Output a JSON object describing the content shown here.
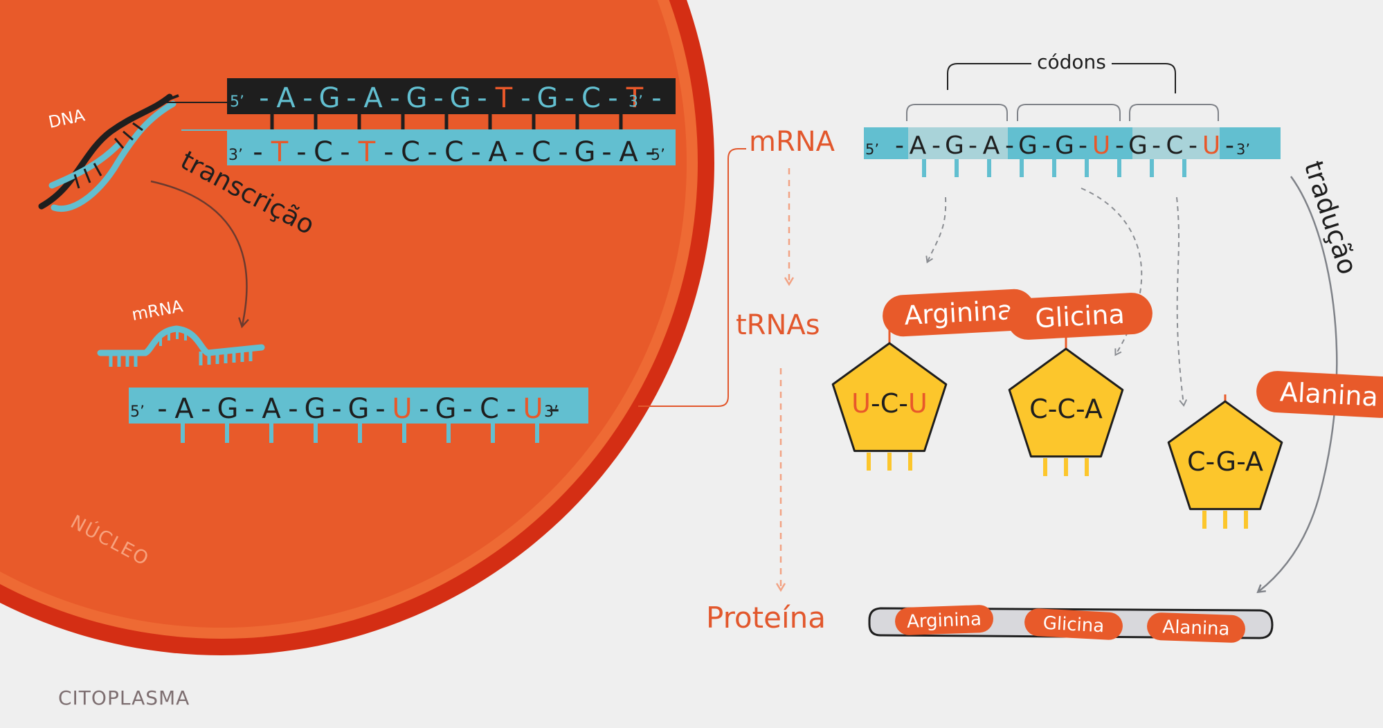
{
  "colors": {
    "background": "#efefef",
    "nucleus": "#e85a2a",
    "nucleus_border": "#d42e14",
    "nucleus_label": "#f7a27e",
    "strand_dark": "#1e1e1e",
    "strand_blue": "#62bfd0",
    "mrna_light": "#a9d3d9",
    "uracil_orange": "#e8582a",
    "trna_yellow": "#fcc62c",
    "amino_pill": "#e85a2a",
    "guide_gray": "#7f8288",
    "arrow_brown": "#6b3a2e",
    "text_dark": "#1e1e1e",
    "label_orange": "#e2572c",
    "cytoplasm_label": "#7d6e70"
  },
  "nucleus": {
    "label": "NÚCLEO",
    "dna_label": "DNA",
    "mrna_small_label": "mRNA",
    "transcription_label": "transcrição"
  },
  "dna": {
    "top_strand": {
      "left_end": "5’",
      "bases": [
        "A",
        "G",
        "A",
        "G",
        "G",
        "T",
        "G",
        "C",
        "T"
      ],
      "right_end": "3’"
    },
    "bottom_strand": {
      "left_end": "3’",
      "bases": [
        "T",
        "C",
        "T",
        "C",
        "C",
        "A",
        "C",
        "G",
        "A"
      ],
      "right_end": "5’"
    }
  },
  "nucleus_mrna": {
    "left_end": "5’",
    "bases": [
      "A",
      "G",
      "A",
      "G",
      "G",
      "U",
      "G",
      "C",
      "U"
    ],
    "right_end": "3’"
  },
  "stage_labels": {
    "mrna": "mRNA",
    "trnas": "tRNAs",
    "protein": "Proteína",
    "cytoplasm": "CITOPLASMA"
  },
  "translation": {
    "codons_label": "códons",
    "translation_label": "tradução",
    "mrna": {
      "left_end": "5’",
      "bases": [
        "A",
        "G",
        "A",
        "G",
        "G",
        "U",
        "G",
        "C",
        "U"
      ],
      "right_end": "3’"
    },
    "trnas": [
      {
        "amino_acid": "Arginina",
        "anticodon": [
          "U",
          "C",
          "U"
        ]
      },
      {
        "amino_acid": "Glicina",
        "anticodon": [
          "C",
          "C",
          "A"
        ]
      },
      {
        "amino_acid": "Alanina",
        "anticodon": [
          "C",
          "G",
          "A"
        ]
      }
    ],
    "protein_chain": [
      "Arginina",
      "Glicina",
      "Alanina"
    ]
  }
}
